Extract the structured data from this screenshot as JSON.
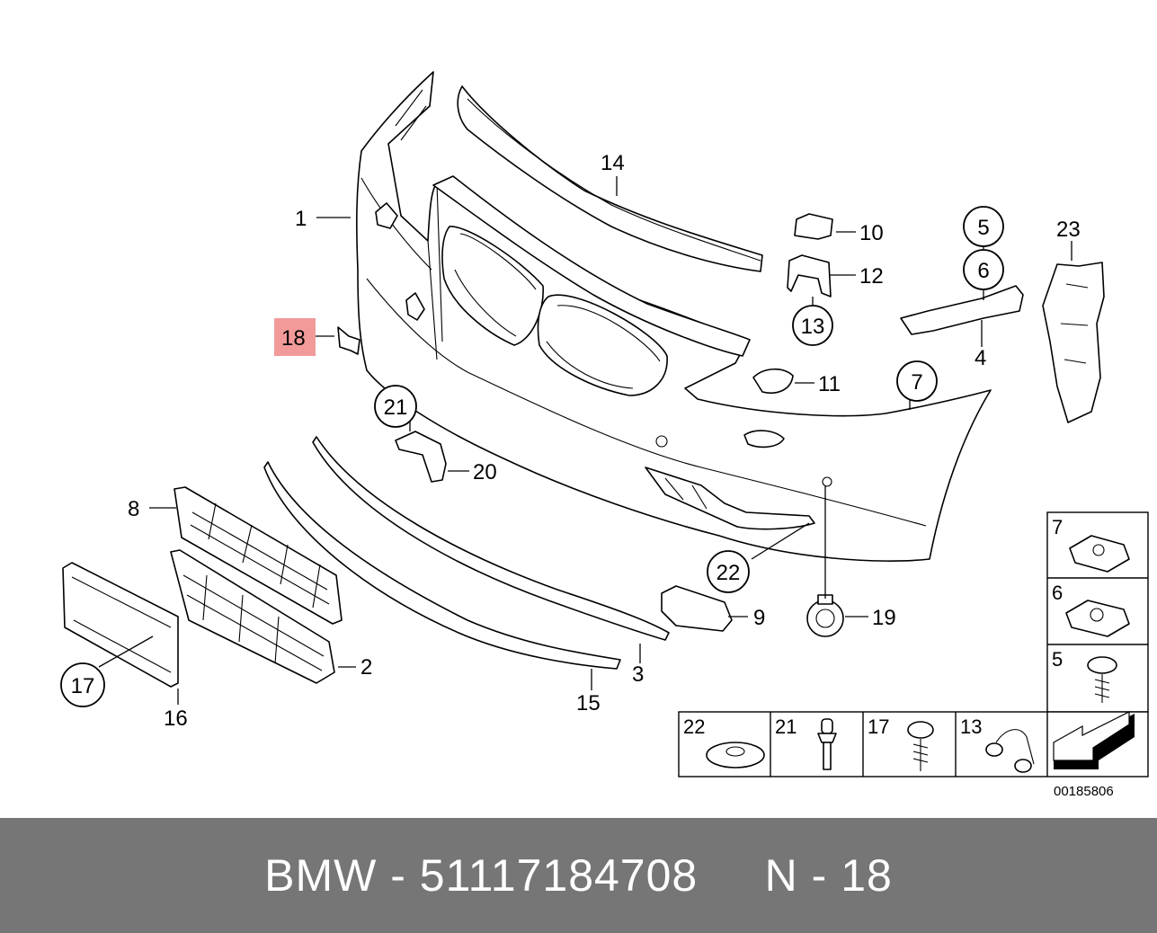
{
  "callouts": {
    "c1": "1",
    "c2": "2",
    "c3": "3",
    "c4": "4",
    "c5": "5",
    "c6": "6",
    "c7": "7",
    "c8": "8",
    "c9": "9",
    "c10": "10",
    "c11": "11",
    "c12": "12",
    "c13": "13",
    "c14": "14",
    "c15": "15",
    "c16": "16",
    "c17": "17",
    "c18": "18",
    "c19": "19",
    "c20": "20",
    "c21": "21",
    "c22": "22",
    "c23": "23"
  },
  "highlight": {
    "number": "18",
    "color": "#f29a9a"
  },
  "legend": {
    "right_column": [
      "7",
      "6",
      "5"
    ],
    "bottom_row": [
      "22",
      "21",
      "17",
      "13"
    ]
  },
  "diagram_code": "00185806",
  "footer": {
    "text": "BMW - 51117184708     N - 18",
    "background": "#767676"
  }
}
